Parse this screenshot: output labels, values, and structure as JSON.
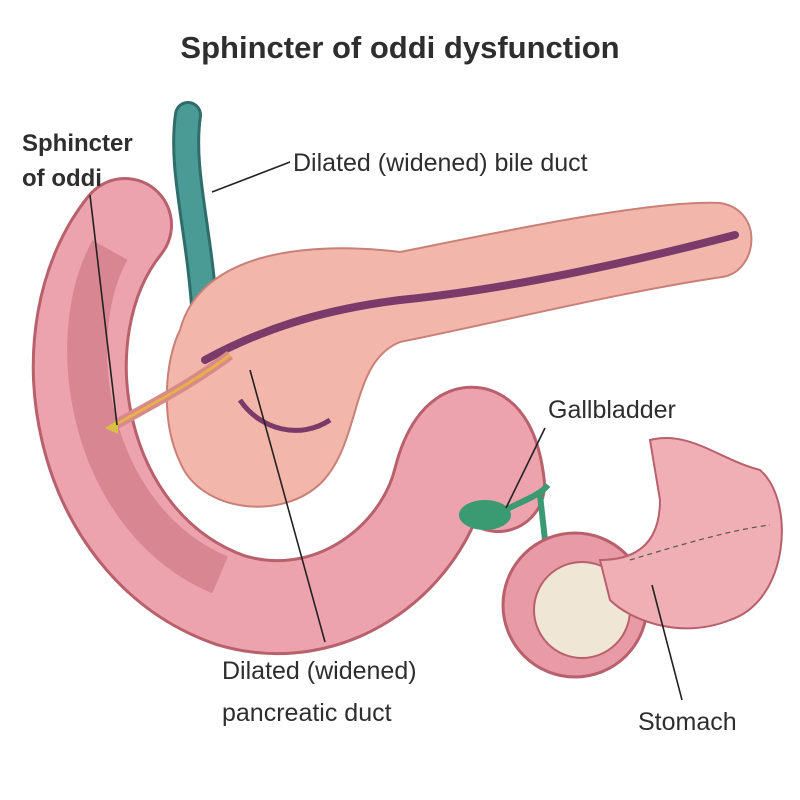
{
  "title": "Sphincter of oddi dysfunction",
  "labels": {
    "sphincter_line1": "Sphincter",
    "sphincter_line2": "of oddi",
    "bile_duct": "Dilated (widened) bile duct",
    "gallbladder": "Gallbladder",
    "pancreatic_duct_line1": "Dilated (widened)",
    "pancreatic_duct_line2": "pancreatic duct",
    "stomach": "Stomach"
  },
  "colors": {
    "pancreas": "#f3b6aa",
    "pancreas_outline": "#c98078",
    "duct": "#7a3a6a",
    "bile_duct": "#3f8a86",
    "intestine": "#eda3ad",
    "intestine_outline": "#b8606c",
    "gallbladder": "#3a9a72",
    "stomach": "#f0aeb5"
  }
}
